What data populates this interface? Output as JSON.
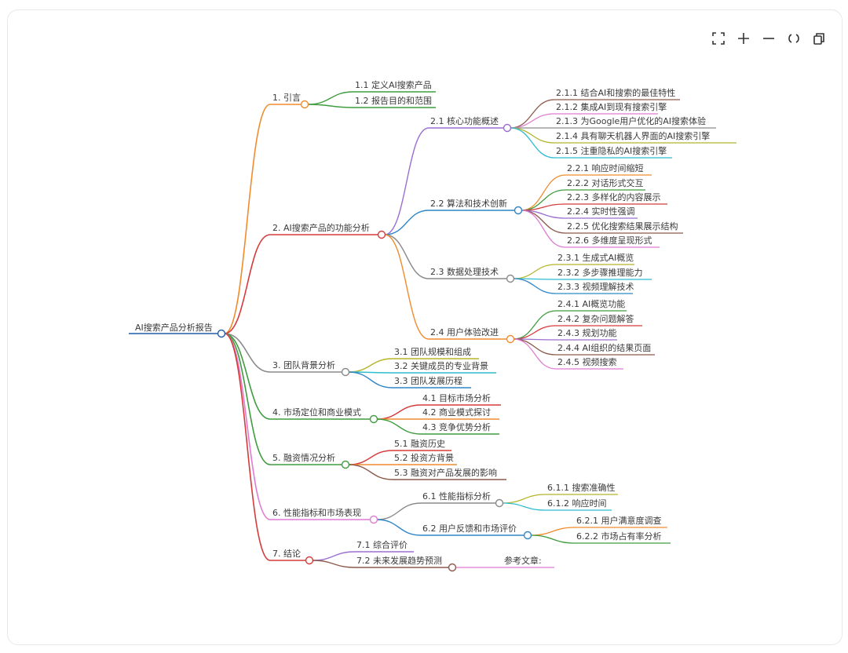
{
  "toolbar": {
    "icons": [
      "fullscreen-icon",
      "zoom-in-icon",
      "zoom-out-icon",
      "reset-view-icon",
      "copy-icon"
    ]
  },
  "mindmap": {
    "root": "AI搜索产品分析报告",
    "colors": {
      "root_line": "#1f5fa6",
      "orange": "#f08c2d",
      "red": "#d63b3b",
      "gray": "#8a8a8a",
      "green": "#3f9d3f",
      "pink": "#e07bd2",
      "purple": "#9b6fd1",
      "blue": "#2f86c8",
      "brown": "#8b5a4a",
      "olive": "#b5b52a",
      "cyan": "#2fbcd1"
    },
    "branches": [
      {
        "label": "1. 引言",
        "children": [
          "1.1 定义AI搜索产品",
          "1.2 报告目的和范围"
        ]
      },
      {
        "label": "2. AI搜索产品的功能分析",
        "children": [
          {
            "label": "2.1 核心功能概述",
            "children": [
              "2.1.1 结合AI和搜索的最佳特性",
              "2.1.2 集成AI到现有搜索引擎",
              "2.1.3 为Google用户优化的AI搜索体验",
              "2.1.4 具有聊天机器人界面的AI搜索引擎",
              "2.1.5 注重隐私的AI搜索引擎"
            ]
          },
          {
            "label": "2.2 算法和技术创新",
            "children": [
              "2.2.1 响应时间缩短",
              "2.2.2 对话形式交互",
              "2.2.3 多样化的内容展示",
              "2.2.4 实时性强调",
              "2.2.5 优化搜索结果展示结构",
              "2.2.6 多维度呈现形式"
            ]
          },
          {
            "label": "2.3 数据处理技术",
            "children": [
              "2.3.1 生成式AI概览",
              "2.3.2 多步骤推理能力",
              "2.3.3 视频理解技术"
            ]
          },
          {
            "label": "2.4 用户体验改进",
            "children": [
              "2.4.1 AI概览功能",
              "2.4.2 复杂问题解答",
              "2.4.3 规划功能",
              "2.4.4 AI组织的结果页面",
              "2.4.5 视频搜索"
            ]
          }
        ]
      },
      {
        "label": "3. 团队背景分析",
        "children": [
          "3.1 团队规模和组成",
          "3.2 关键成员的专业背景",
          "3.3 团队发展历程"
        ]
      },
      {
        "label": "4. 市场定位和商业模式",
        "children": [
          "4.1 目标市场分析",
          "4.2 商业模式探讨",
          "4.3 竞争优势分析"
        ]
      },
      {
        "label": "5. 融资情况分析",
        "children": [
          "5.1 融资历史",
          "5.2 投资方背景",
          "5.3 融资对产品发展的影响"
        ]
      },
      {
        "label": "6. 性能指标和市场表现",
        "children": [
          {
            "label": "6.1 性能指标分析",
            "children": [
              "6.1.1 搜索准确性",
              "6.1.2 响应时间"
            ]
          },
          {
            "label": "6.2 用户反馈和市场评价",
            "children": [
              "6.2.1 用户满意度调查",
              "6.2.2 市场占有率分析"
            ]
          }
        ]
      },
      {
        "label": "7. 结论",
        "children": [
          "7.1 综合评价",
          {
            "label": "7.2 未来发展趋势预测",
            "children": [
              "参考文章:"
            ]
          }
        ]
      }
    ]
  }
}
